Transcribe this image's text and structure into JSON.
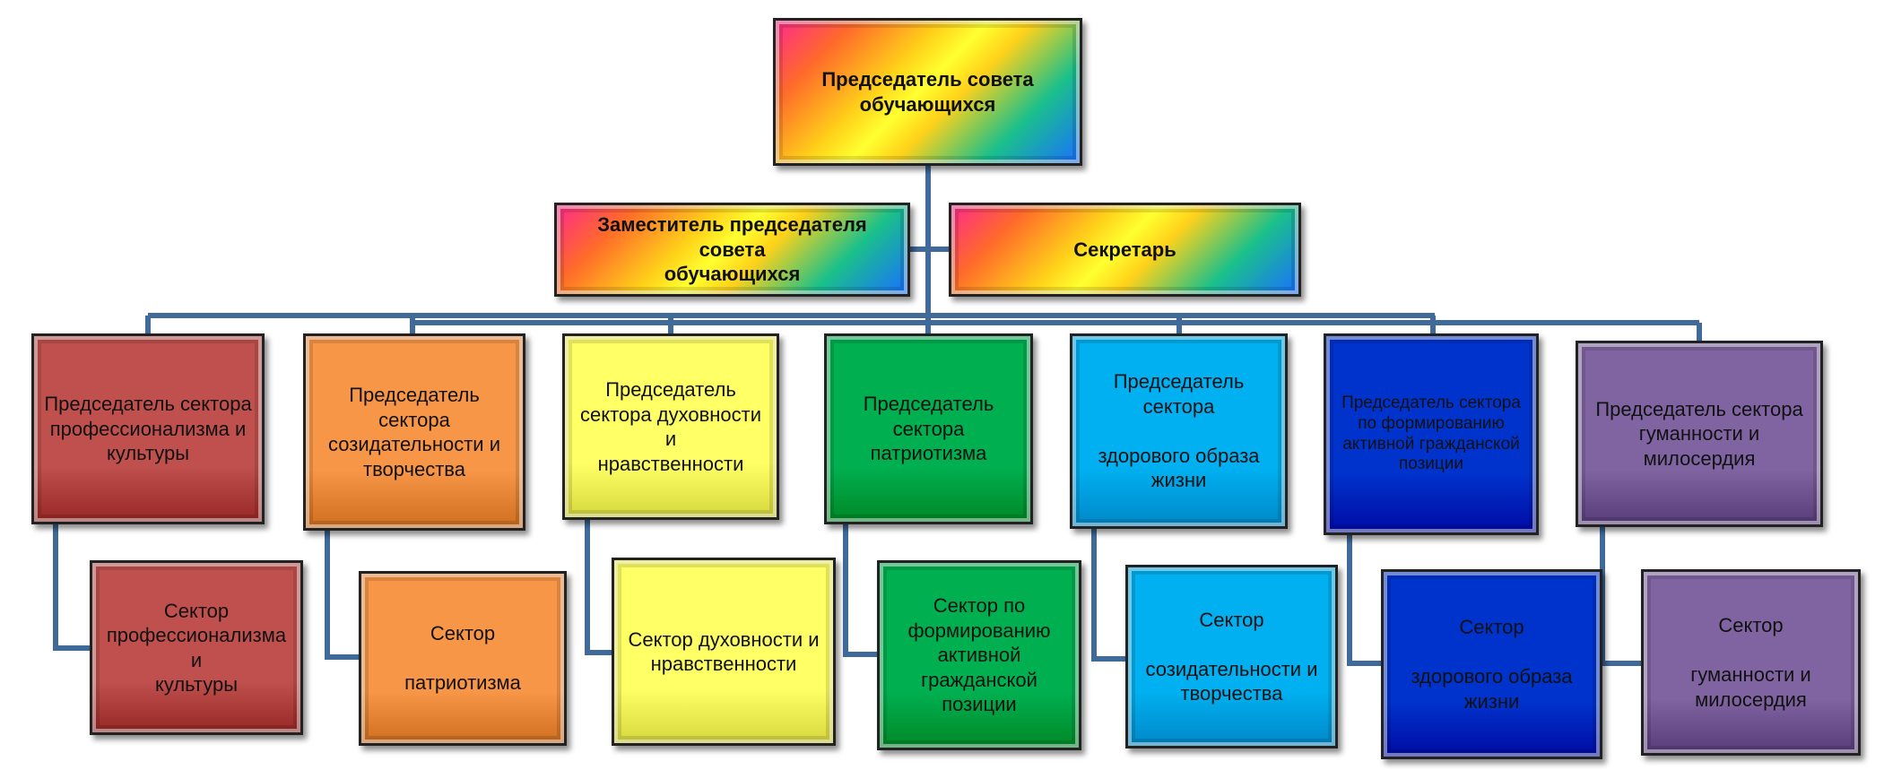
{
  "top": {
    "label": "Председатель совета\nобучающихся",
    "color": "rainbow"
  },
  "deputy": {
    "label": "Заместитель председателя совета\nобучающихся",
    "color": "rainbow"
  },
  "secretary": {
    "label": "Секретарь",
    "color": "rainbow"
  },
  "chairs": [
    {
      "label": "Председатель сектора\nпрофессионализма и\nкультуры",
      "color": "#c0504d"
    },
    {
      "label": "Председатель сектора\nсозидательности и\nтворчества",
      "color": "#f79646"
    },
    {
      "label": "Председатель\nсектора  духовности и\nнравственности",
      "color": "#ffff66"
    },
    {
      "label": "Председатель\nсектора\nпатриотизма",
      "color": "#00b050"
    },
    {
      "label": "Председатель\nсектора\n\nздорового образа\nжизни",
      "color": "#00b0f0"
    },
    {
      "label": "Председатель сектора\nпо формированию\nактивной гражданской\nпозиции",
      "color": "#0033cc"
    },
    {
      "label": "Председатель сектора\nгуманности и\nмилосердия",
      "color": "#8064a2"
    }
  ],
  "sectors": [
    {
      "label": "Сектор\nпрофессионализма и\nкультуры",
      "color": "#c0504d"
    },
    {
      "label": "Сектор\n\nпатриотизма",
      "color": "#f79646"
    },
    {
      "label": "Сектор  духовности и\nнравственности",
      "color": "#ffff66"
    },
    {
      "label": "Сектор  по\nформированию\nактивной\nгражданской\nпозиции",
      "color": "#00b050"
    },
    {
      "label": "Сектор\n\nсозидательности и\nтворчества",
      "color": "#00b0f0"
    },
    {
      "label": "Сектор\n\nздорового образа\nжизни",
      "color": "#0033cc"
    },
    {
      "label": "Сектор\n\nгуманности и\nмилосердия",
      "color": "#8064a2"
    }
  ]
}
